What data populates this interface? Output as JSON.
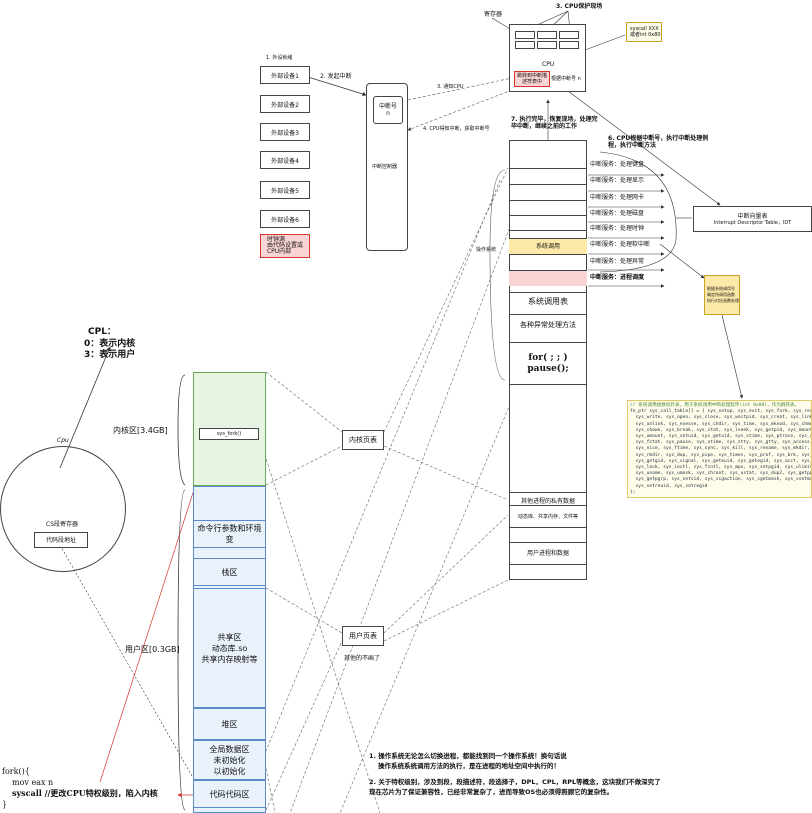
{
  "top": {
    "registers_label": "寄存器",
    "step3": "3. CPU保护现场",
    "cpu_label": "CPU",
    "cpu_inner_red": "跳转到中断描述符表中",
    "cpu_inner_right": "根据中断号 n",
    "syscall_note": [
      "syscall XXX",
      "或者int 0x80"
    ]
  },
  "devices": {
    "step1": "1. 外设就绪",
    "step2": "2. 发起中断",
    "items": [
      "外部设备1",
      "外部设备2",
      "外部设备3",
      "外部设备4",
      "外部设备5",
      "外部设备6"
    ],
    "special": "时钟源\n由代码设置或\nCPU内部"
  },
  "controller": {
    "irq_title": "中断号",
    "irq_n": "n",
    "label": "中断控制器"
  },
  "steps": {
    "s3": "3. 通知CPU",
    "s4": "4. CPU得知中断，获取中断号",
    "s7": "7. 执行完毕，恢复现场，处理完毕中断，继续之前的工作",
    "s6": "6. CPU根据中断号，执行中断处理例程，执行中断方法"
  },
  "idt": {
    "label": "中断向量表",
    "sublabel": "Interrupt Descriptor Table，IDT"
  },
  "services": [
    "中断服务：处理键盘",
    "中断服务：处理显示",
    "中断服务：处理网卡",
    "中断服务：处理磁盘",
    "中断服务：处理时钟",
    "中断服务：处理软中断",
    "中断服务：处理异常",
    "中断服务：进程调度"
  ],
  "memory": {
    "os_label": "操作系统",
    "syscall_row": "系统调用",
    "syscall_table": "系统调用表",
    "exception_handlers": "各种异常处理方法",
    "for_loop": [
      "for( ; ; )",
      "pause();"
    ],
    "private_data": "其他进程的私有数据",
    "dyn_lib": "动态库、共享内存、文件等",
    "user_proc": "用户进程和数据"
  },
  "yellow_note": "根据系统调用号\n确定所调用函数\n执行对应函数处理",
  "code_box": {
    "comment": "// 系统调用函数指针表，用于系统调用中断处理程序(int 0x80)，作为跳转表。",
    "lines": [
      "fn_ptr sys_call_table[] = { sys_setup, sys_exit, sys_fork, sys_read,",
      "  sys_write, sys_open, sys_close, sys_waitpid, sys_creat, sys_link,",
      "  sys_unlink, sys_execve, sys_chdir, sys_time, sys_mknod, sys_chmod,",
      "  sys_chown, sys_break, sys_stat, sys_lseek, sys_getpid, sys_mount,",
      "  sys_umount, sys_setuid, sys_getuid, sys_stime, sys_ptrace, sys_alarm,",
      "  sys_fstat, sys_pause, sys_utime, sys_stty, sys_gtty, sys_access,",
      "  sys_nice, sys_ftime, sys_sync, sys_kill, sys_rename, sys_mkdir,",
      "  sys_rmdir, sys_dup, sys_pipe, sys_times, sys_prof, sys_brk, sys_setgid,",
      "  sys_getgid, sys_signal, sys_geteuid, sys_getegid, sys_acct, sys_phys,",
      "  sys_lock, sys_ioctl, sys_fcntl, sys_mpx, sys_setpgid, sys_ulimit,",
      "  sys_uname, sys_umask, sys_chroot, sys_ustat, sys_dup2, sys_getppid,",
      "  sys_getpgrp, sys_setsid, sys_sigaction, sys_sgetmask, sys_ssetmask,",
      "  sys_setreuid, sys_setregid",
      "};"
    ]
  },
  "cpl": {
    "title": "CPL：",
    "l0": "0：表示内核",
    "l3": "3：表示用户"
  },
  "cpu_circle": {
    "label": "Cpu",
    "cs": "CS段寄存器",
    "code_addr": "代码段地址"
  },
  "address_space": {
    "kernel_label": "内核区[3.4GB]",
    "user_label": "用户区[0.3GB]",
    "sys_fork": "sys_fork()",
    "segments": [
      "命令行参数和环境变",
      "栈区",
      "共享区\n动态库.so\n共享内存映射等",
      "堆区",
      "全局数据区\n未初始化\n以初始化",
      "代码代码区"
    ]
  },
  "page_tables": {
    "kernel": "内核页表",
    "user": "用户页表",
    "other": "其他的不画了"
  },
  "fork_code": {
    "l1": "fork(){",
    "l2": "mov eax n",
    "l3": "syscall //更改CPU特权级别，陷入内核",
    "l4": "}"
  },
  "notes": {
    "n1": "1. 操作系统无论怎么切换进程，都能找到同一个操作系统！换句话说\n    操作系统系统调用方法的执行，是在进程的地址空间中执行的！",
    "n2": "2. 关于特权级别，涉及到段，段描述符，段选择子，DPL，CPL，RPL等概念，这块我们不做深究了\n现在芯片为了保证兼容性，已经非常复杂了，进而导致OS也必须得照顾它的复杂性。"
  },
  "colors": {
    "red_fill": "#f9d4d4",
    "yellow_fill": "#fdeaa8",
    "green_fill": "#e7f4e1",
    "blue_fill": "#e9f1fb",
    "accent_red": "#d9342b"
  }
}
